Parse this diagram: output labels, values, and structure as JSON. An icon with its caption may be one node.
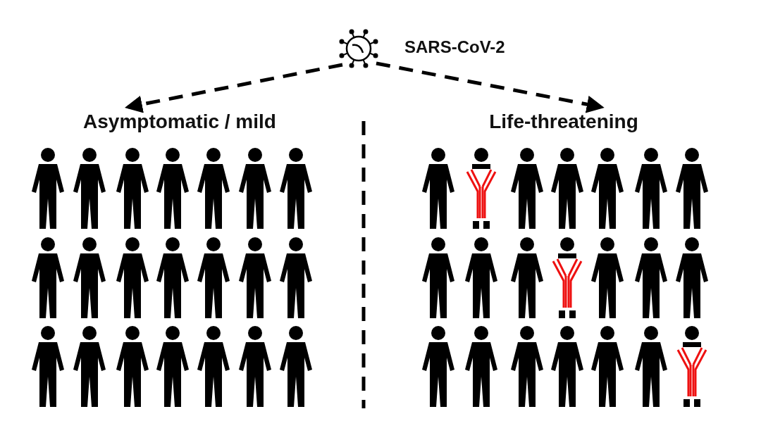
{
  "diagram": {
    "nodes": [
      {
        "text": [
          "SARS-CoV-2"
        ]
      },
      {
        "text": [
          "Asymptomatic / mild"
        ]
      },
      {
        "text": [
          "Life-threatening"
        ]
      }
    ],
    "edges": [
      {
        "from": 0,
        "to": 1,
        "arrow": "to",
        "style": "dashed"
      },
      {
        "from": 0,
        "to": 2,
        "arrow": "to",
        "style": "dashed"
      }
    ]
  }
}
